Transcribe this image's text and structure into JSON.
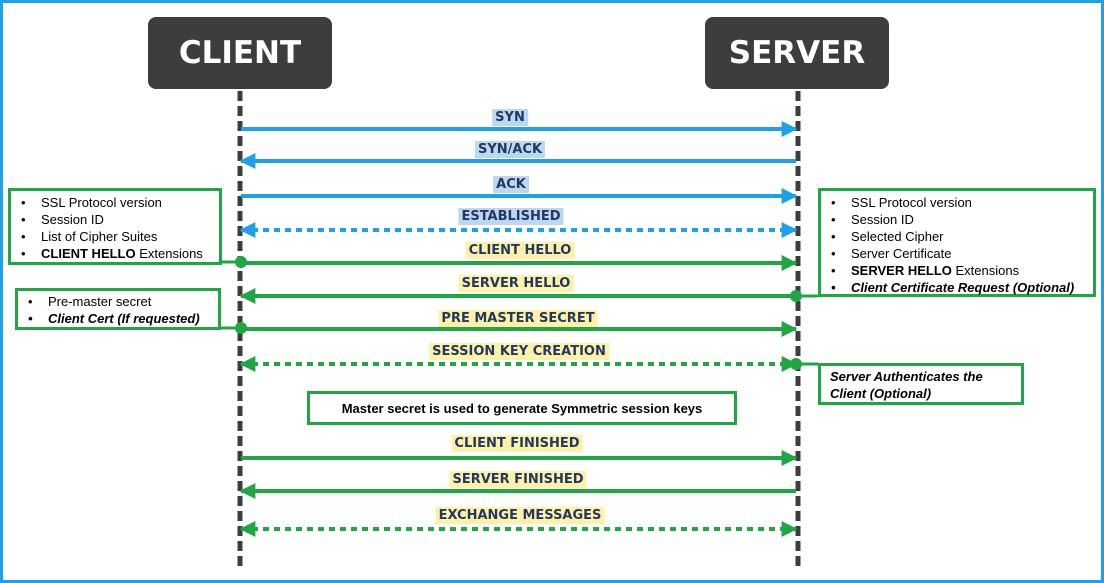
{
  "actors": {
    "client": "CLIENT",
    "server": "SERVER"
  },
  "colors": {
    "tcp": "#1ea1e6",
    "tls": "#21a645",
    "lifeline": "#3d3d3d",
    "frame": "#1ea1e6",
    "actor_bg": "#3d3d3d"
  },
  "messages": [
    {
      "label": "SYN",
      "direction": "client-to-server",
      "style": "solid",
      "protocol": "tcp"
    },
    {
      "label": "SYN/ACK",
      "direction": "server-to-client",
      "style": "solid",
      "protocol": "tcp"
    },
    {
      "label": "ACK",
      "direction": "client-to-server",
      "style": "solid",
      "protocol": "tcp"
    },
    {
      "label": "ESTABLISHED",
      "direction": "both",
      "style": "dotted",
      "protocol": "tcp"
    },
    {
      "label": "CLIENT HELLO",
      "direction": "client-to-server",
      "style": "solid",
      "protocol": "tls"
    },
    {
      "label": "SERVER HELLO",
      "direction": "server-to-client",
      "style": "solid",
      "protocol": "tls"
    },
    {
      "label": "PRE MASTER SECRET",
      "direction": "client-to-server",
      "style": "solid",
      "protocol": "tls"
    },
    {
      "label": "SESSION KEY CREATION",
      "direction": "both",
      "style": "dotted",
      "protocol": "tls"
    },
    {
      "label": "CLIENT FINISHED",
      "direction": "client-to-server",
      "style": "solid",
      "protocol": "tls"
    },
    {
      "label": "SERVER FINISHED",
      "direction": "server-to-client",
      "style": "solid",
      "protocol": "tls"
    },
    {
      "label": "EXCHANGE MESSAGES",
      "direction": "both",
      "style": "dotted",
      "protocol": "tls"
    }
  ],
  "notes": {
    "client_hello": {
      "items": [
        {
          "text": "SSL Protocol version"
        },
        {
          "text": "Session ID"
        },
        {
          "text": "List of Cipher Suites"
        },
        {
          "bold": "CLIENT HELLO",
          "text": " Extensions"
        }
      ]
    },
    "server_hello": {
      "items": [
        {
          "text": "SSL Protocol version"
        },
        {
          "text": "Session ID"
        },
        {
          "text": "Selected Cipher"
        },
        {
          "text": "Server Certificate"
        },
        {
          "bold": "SERVER HELLO",
          "text": " Extensions"
        },
        {
          "text": "Client Certificate Request (Optional)",
          "italic_bold": true
        }
      ]
    },
    "pre_master": {
      "items": [
        {
          "text": "Pre-master secret"
        },
        {
          "text": "Client Cert (If requested)",
          "italic_bold": true
        }
      ]
    },
    "server_auth": {
      "line1": "Server Authenticates the",
      "line2": "Client (Optional)"
    },
    "master_secret": "Master secret is used to generate Symmetric session keys"
  }
}
